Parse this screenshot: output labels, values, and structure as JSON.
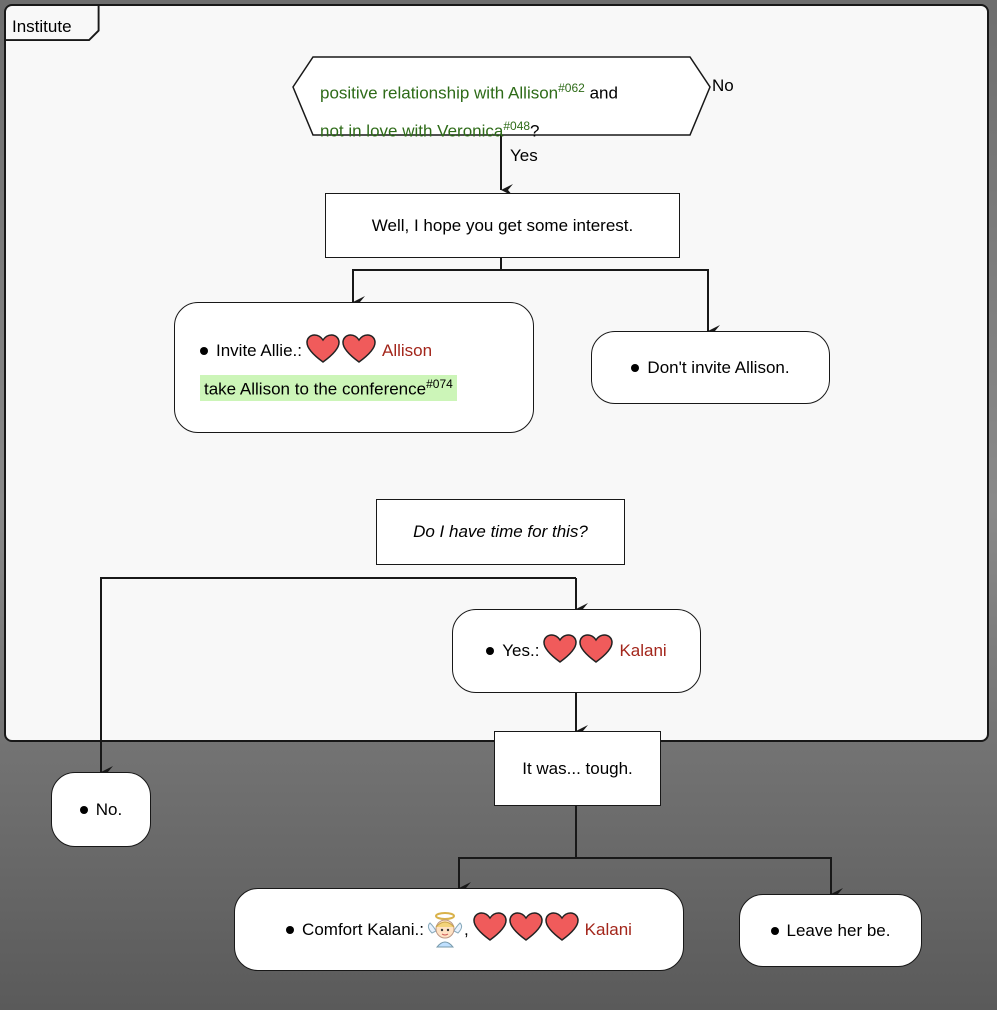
{
  "frame": {
    "title": "Institute"
  },
  "decision1": {
    "line1_text": "positive relationship with Allison",
    "line1_ref": "#062",
    "line1_tail": "and",
    "line2_text": "not in love with Veronica",
    "line2_ref": "#048",
    "line2_tail": "?",
    "no_label": "No",
    "yes_label": "Yes"
  },
  "box_hope": "Well, I hope you get some interest.",
  "choice_invite": {
    "label": "Invite Allie.:",
    "hearts": 2,
    "character": "Allison",
    "effect_text": "take Allison to the conference",
    "effect_ref": "#074"
  },
  "choice_dont_invite": {
    "label": "Don't invite Allison."
  },
  "box_time": "Do I have time for this?",
  "choice_yes": {
    "label": "Yes.:",
    "hearts": 2,
    "character": "Kalani"
  },
  "choice_no": {
    "label": "No."
  },
  "box_tough": "It was... tough.",
  "choice_comfort": {
    "label": "Comfort Kalani.:",
    "icon": "angel-icon",
    "separator": ",",
    "hearts": 3,
    "character": "Kalani"
  },
  "choice_leave": {
    "label": "Leave her be."
  },
  "colors": {
    "heart": "#f05b5b",
    "character": "#a3261b",
    "condition": "#2e6b18",
    "highlight": "#ccf5b8"
  }
}
